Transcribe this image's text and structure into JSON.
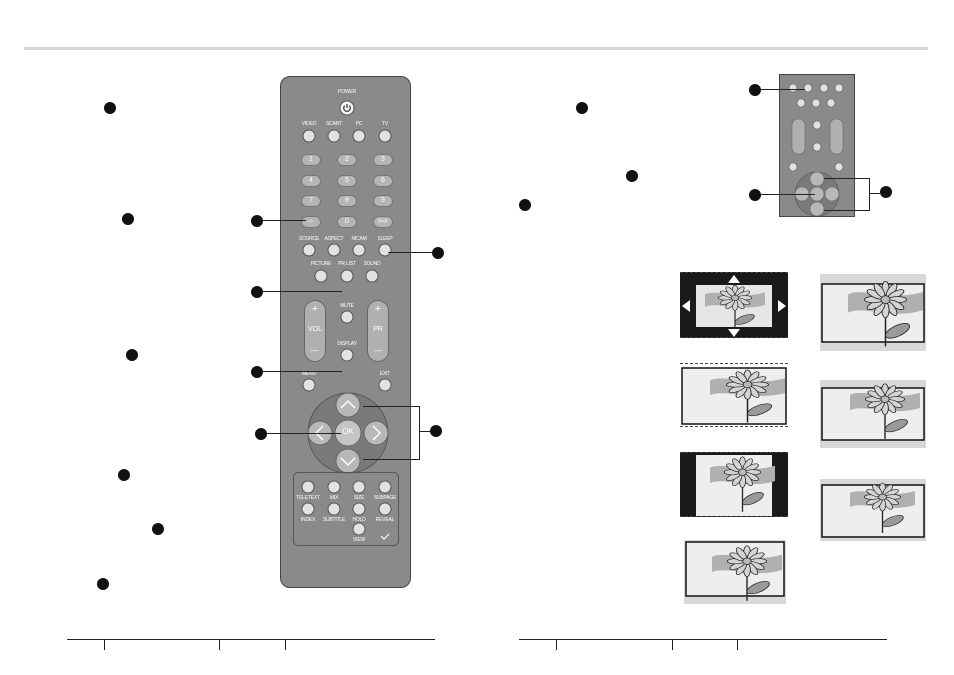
{
  "remote": {
    "power_label": "POWER",
    "row1": [
      "VIDEO",
      "SCART",
      "PC",
      "TV"
    ],
    "numbers": [
      "1",
      "2",
      "3",
      "4",
      "5",
      "6",
      "7",
      "8",
      "9",
      "-/--",
      "0",
      "P<P"
    ],
    "row2": [
      "SOURCE",
      "ASPECT",
      "NICAM",
      "SLEEP"
    ],
    "row3": [
      "PICTURE",
      "PR LIST",
      "SOUND"
    ],
    "mute_label": "MUTE",
    "vol_label": "VOL",
    "pr_label": "PR",
    "plus": "+",
    "minus": "—",
    "display_label": "DISPLAY",
    "menu_label": "MENU",
    "exit_label": "EXIT",
    "ok_label": "OK",
    "teletext_row1": [
      "TELETEXT",
      "MIX",
      "SIZE",
      "SUBPAGE"
    ],
    "teletext_row2": [
      "INDEX",
      "SUBTITLE",
      "HOLD",
      "REVEAL"
    ],
    "view_label": "VIEW"
  },
  "colors": {
    "remote_body": "#8a8a8a",
    "button": "#e2e2e2",
    "marker": "#111111",
    "rule": "#d6d6d6"
  },
  "icons": [
    "power-icon",
    "up-arrow-icon",
    "down-arrow-icon",
    "left-arrow-icon",
    "right-arrow-icon",
    "flower-image-icon",
    "checkmark-icon"
  ]
}
